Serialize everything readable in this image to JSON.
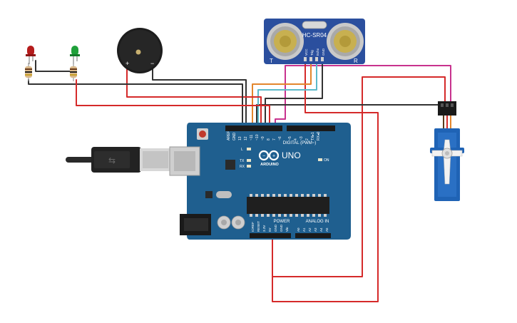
{
  "sensor": {
    "model": "HC-SR04",
    "pins": [
      "VCC",
      "Trig",
      "Echo",
      "GND"
    ],
    "corner_left": "T",
    "corner_right": "R"
  },
  "arduino": {
    "brand": "ARDUINO",
    "model": "UNO",
    "digital_header": "DIGITAL (PWM~)",
    "power_header": "POWER",
    "analog_header": "ANALOG IN",
    "led_l": "L",
    "led_tx": "TX",
    "led_rx": "RX",
    "on_label": "ON",
    "digital_pins": [
      "AREF",
      "GND",
      "13",
      "12",
      "~11",
      "~10",
      "~9",
      "8",
      "7",
      "~6",
      "~5",
      "4",
      "~3",
      "2",
      "TX▸1",
      "RX◂0"
    ],
    "power_pins": [
      "IOREF",
      "RESET",
      "3.3V",
      "5V",
      "GND",
      "GND",
      "Vin"
    ],
    "analog_pins": [
      "A0",
      "A1",
      "A2",
      "A3",
      "A4",
      "A5"
    ]
  },
  "buzzer": {
    "plus": "+",
    "minus": "−"
  },
  "colors": {
    "board": "#1f5f8f",
    "sensor": "#2b4f9e",
    "servo": "#1f63b5",
    "wire_red": "#d52a2a",
    "wire_black": "#333333",
    "wire_orange": "#e3862c",
    "wire_cyan": "#5bbac9",
    "wire_pink": "#c8328e",
    "led_red": "#b51c1c",
    "led_green": "#1fa03a"
  }
}
